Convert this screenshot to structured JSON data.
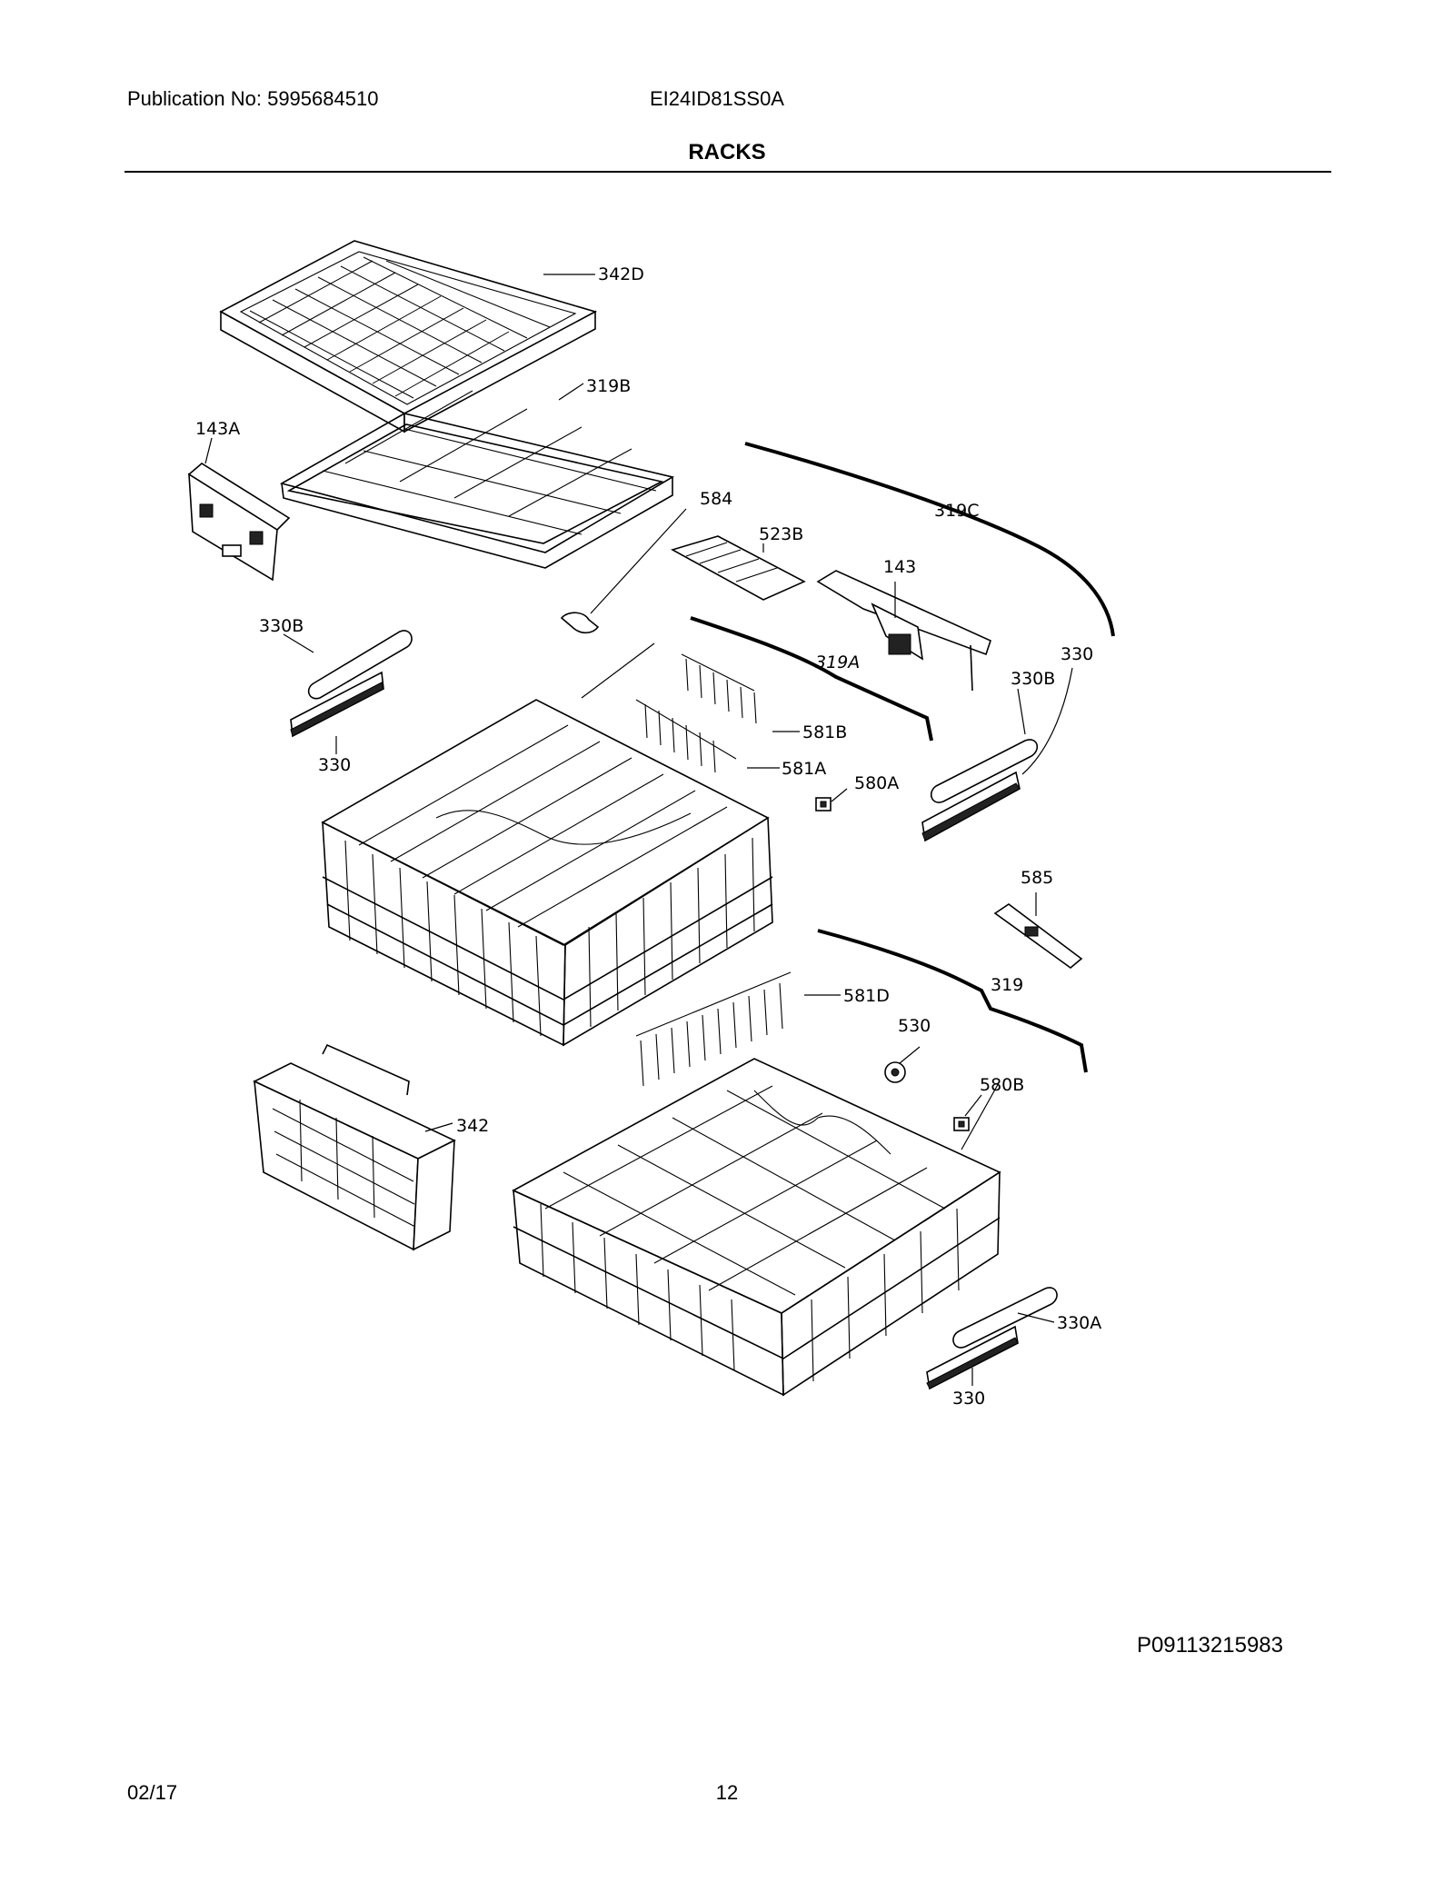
{
  "header": {
    "publication": "Publication No: 5995684510",
    "model": "EI24ID81SS0A",
    "title": "RACKS"
  },
  "callouts": {
    "c342D": "342D",
    "c319B": "319B",
    "c143A": "143A",
    "c584": "584",
    "c523B": "523B",
    "c319C": "319C",
    "c143": "143",
    "c330B_left": "330B",
    "c330_left": "330",
    "c319A": "319A",
    "c330_right": "330",
    "c330B_right": "330B",
    "c581B": "581B",
    "c581A": "581A",
    "c580A": "580A",
    "c585": "585",
    "c319": "319",
    "c581D": "581D",
    "c530": "530",
    "c580B": "580B",
    "c342": "342",
    "c330A": "330A",
    "c330_bottom": "330"
  },
  "footer": {
    "doc_id": "P09113215983",
    "date": "02/17",
    "page": "12"
  }
}
